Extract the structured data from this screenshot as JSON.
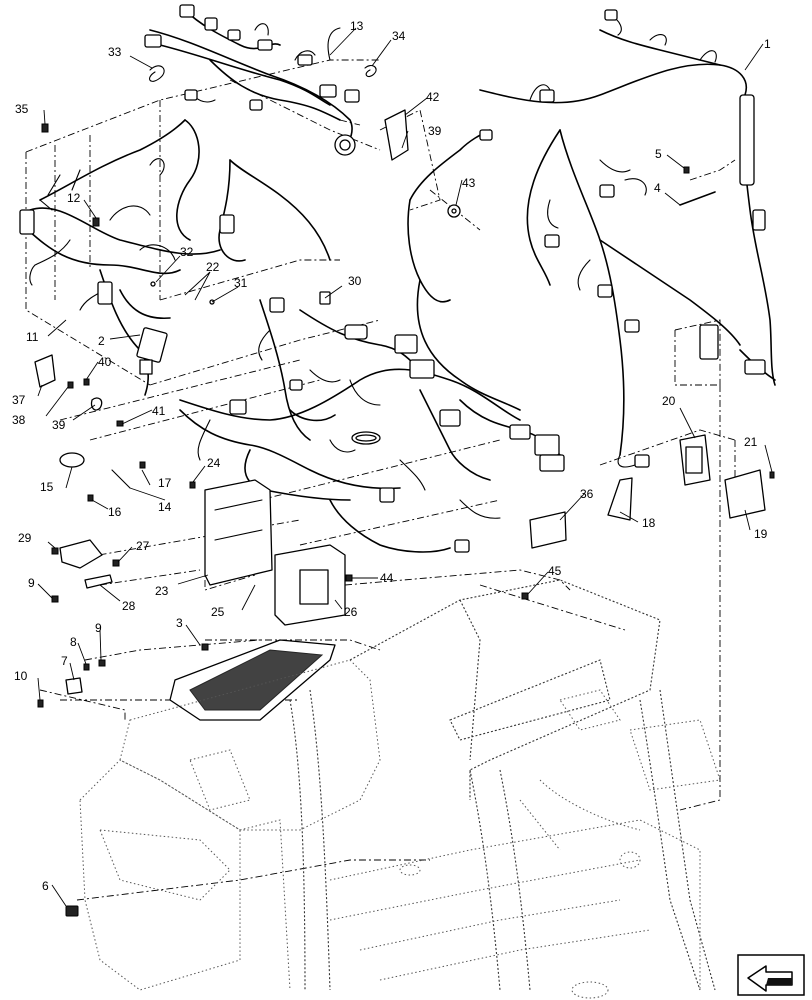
{
  "callouts": [
    {
      "id": "callout-1",
      "label": "1"
    },
    {
      "id": "callout-2",
      "label": "2"
    },
    {
      "id": "callout-3",
      "label": "3"
    },
    {
      "id": "callout-4",
      "label": "4"
    },
    {
      "id": "callout-5",
      "label": "5"
    },
    {
      "id": "callout-6",
      "label": "6"
    },
    {
      "id": "callout-7",
      "label": "7"
    },
    {
      "id": "callout-8",
      "label": "8"
    },
    {
      "id": "callout-9a",
      "label": "9"
    },
    {
      "id": "callout-9b",
      "label": "9"
    },
    {
      "id": "callout-10",
      "label": "10"
    },
    {
      "id": "callout-11",
      "label": "11"
    },
    {
      "id": "callout-12",
      "label": "12"
    },
    {
      "id": "callout-13",
      "label": "13"
    },
    {
      "id": "callout-14",
      "label": "14"
    },
    {
      "id": "callout-15",
      "label": "15"
    },
    {
      "id": "callout-16",
      "label": "16"
    },
    {
      "id": "callout-17",
      "label": "17"
    },
    {
      "id": "callout-18",
      "label": "18"
    },
    {
      "id": "callout-19",
      "label": "19"
    },
    {
      "id": "callout-20",
      "label": "20"
    },
    {
      "id": "callout-21",
      "label": "21"
    },
    {
      "id": "callout-22",
      "label": "22"
    },
    {
      "id": "callout-23",
      "label": "23"
    },
    {
      "id": "callout-24",
      "label": "24"
    },
    {
      "id": "callout-25",
      "label": "25"
    },
    {
      "id": "callout-26",
      "label": "26"
    },
    {
      "id": "callout-27",
      "label": "27"
    },
    {
      "id": "callout-28",
      "label": "28"
    },
    {
      "id": "callout-29",
      "label": "29"
    },
    {
      "id": "callout-30",
      "label": "30"
    },
    {
      "id": "callout-31",
      "label": "31"
    },
    {
      "id": "callout-32",
      "label": "32"
    },
    {
      "id": "callout-33",
      "label": "33"
    },
    {
      "id": "callout-34",
      "label": "34"
    },
    {
      "id": "callout-35",
      "label": "35"
    },
    {
      "id": "callout-36",
      "label": "36"
    },
    {
      "id": "callout-37",
      "label": "37"
    },
    {
      "id": "callout-38",
      "label": "38"
    },
    {
      "id": "callout-39a",
      "label": "39"
    },
    {
      "id": "callout-39b",
      "label": "39"
    },
    {
      "id": "callout-40",
      "label": "40"
    },
    {
      "id": "callout-41",
      "label": "41"
    },
    {
      "id": "callout-42",
      "label": "42"
    },
    {
      "id": "callout-43",
      "label": "43"
    },
    {
      "id": "callout-44",
      "label": "44"
    },
    {
      "id": "callout-45",
      "label": "45"
    }
  ],
  "nav_icon": {
    "name": "previous-page-arrow-icon"
  }
}
